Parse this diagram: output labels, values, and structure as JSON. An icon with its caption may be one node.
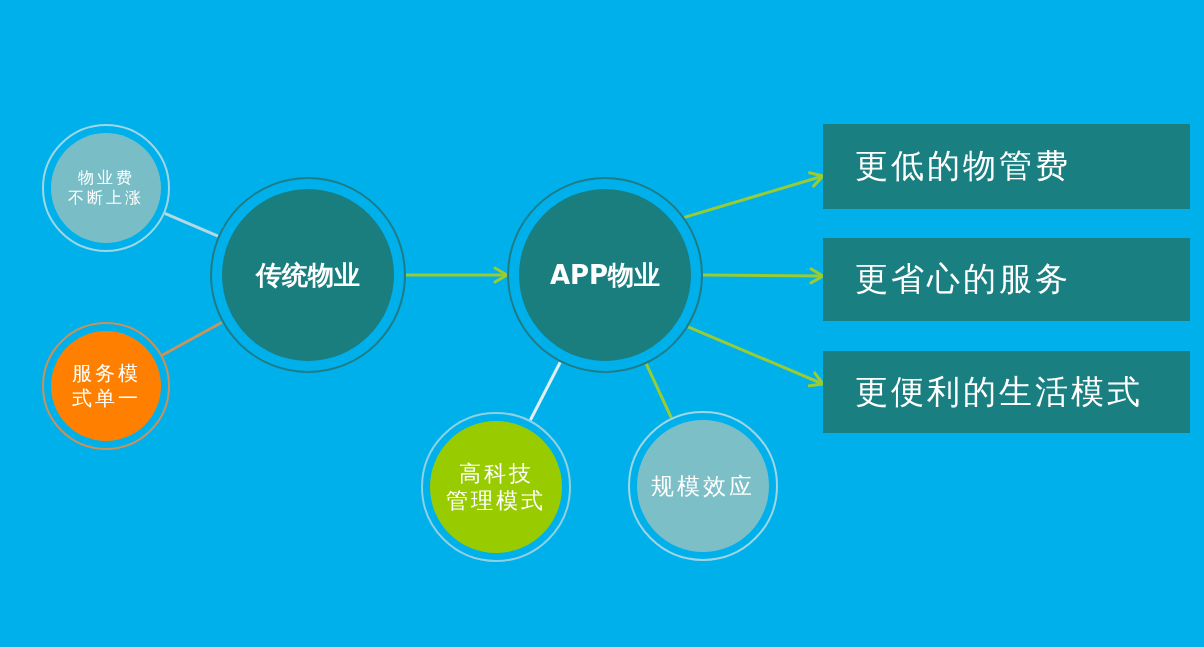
{
  "diagram": {
    "nodes": [
      {
        "text": [
          "物业费不断上涨"
        ]
      },
      {
        "text": [
          "服务模式单一"
        ]
      },
      {
        "text": [
          "传统物业"
        ]
      },
      {
        "text": [
          "APP物业"
        ]
      },
      {
        "text": [
          "高科技管理模式"
        ]
      },
      {
        "text": [
          "规模效应"
        ]
      },
      {
        "text": [
          "更低的物管费"
        ]
      },
      {
        "text": [
          "更省心的服务"
        ]
      },
      {
        "text": [
          "更便利的生活模式"
        ]
      }
    ],
    "edges": [
      {
        "from": 0,
        "to": 2,
        "arrow": "none",
        "color": "#b5d9e3"
      },
      {
        "from": 1,
        "to": 2,
        "arrow": "none",
        "color": "#c4955f"
      },
      {
        "from": 2,
        "to": 3,
        "arrow": "to"
      },
      {
        "from": 3,
        "to": 4,
        "arrow": "none",
        "color": "#e3eef3"
      },
      {
        "from": 3,
        "to": 5,
        "arrow": "none"
      },
      {
        "from": 3,
        "to": 6,
        "arrow": "to"
      },
      {
        "from": 3,
        "to": 7,
        "arrow": "to"
      },
      {
        "from": 3,
        "to": 8,
        "arrow": "to"
      }
    ]
  }
}
